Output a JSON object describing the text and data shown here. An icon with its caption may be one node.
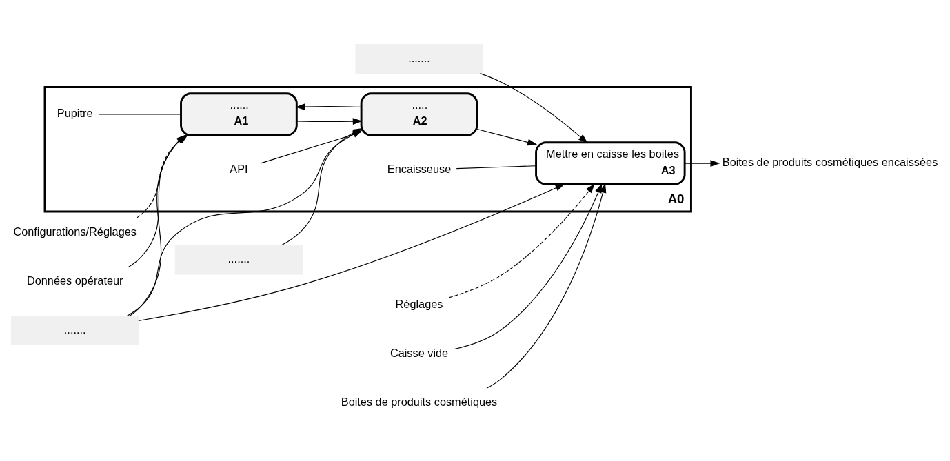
{
  "diagram": {
    "nodes": [
      {
        "text": [
          "A0"
        ]
      },
      {
        "text": [
          "Configurations/Réglages"
        ]
      },
      {
        "text": [
          "Données opérateur"
        ]
      },
      {
        "text": [
          "......."
        ]
      },
      {
        "text": [
          "......."
        ]
      },
      {
        "text": [
          "......."
        ]
      },
      {
        "text": [
          "Réglages"
        ]
      },
      {
        "text": [
          "......",
          "A1"
        ],
        "in": 0
      },
      {
        "text": [
          ".....",
          "A2"
        ],
        "in": 0
      },
      {
        "text": [
          "Mettre en caisse les boites",
          "A3"
        ],
        "in": 0
      },
      {
        "text": [
          "Pupitre"
        ],
        "in": 0
      },
      {
        "text": [
          "API"
        ],
        "in": 0
      },
      {
        "text": [
          "Encaisseuse"
        ],
        "in": 0
      },
      {
        "text": [
          "Caisse vide"
        ]
      },
      {
        "text": [
          "Boites de produits cosmétiques"
        ]
      },
      {
        "text": [
          "Boites de produits cosmétiques encaissées"
        ]
      }
    ],
    "edges": [
      {
        "from": 1,
        "to": 7,
        "arrow": "to",
        "style": "dashed"
      },
      {
        "from": 2,
        "to": 7,
        "arrow": "to"
      },
      {
        "from": 5,
        "to": 7,
        "arrow": "to"
      },
      {
        "from": 3,
        "to": 8,
        "arrow": "to"
      },
      {
        "from": 5,
        "to": 8,
        "arrow": "to"
      },
      {
        "from": 4,
        "to": 9,
        "arrow": "to"
      },
      {
        "from": 5,
        "to": 9,
        "arrow": "to"
      },
      {
        "from": 6,
        "to": 9,
        "arrow": "to",
        "style": "dashed"
      },
      {
        "from": 7,
        "to": 8,
        "arrow": "to"
      },
      {
        "from": 8,
        "to": 9,
        "arrow": "to"
      },
      {
        "from": 8,
        "to": 7,
        "arrow": "to"
      },
      {
        "from": 13,
        "to": 9,
        "arrow": "to"
      },
      {
        "from": 14,
        "to": 9,
        "arrow": "to"
      },
      {
        "from": 9,
        "to": 15,
        "arrow": "to"
      },
      {
        "from": 10,
        "to": 7,
        "arrow": "none"
      },
      {
        "from": 11,
        "to": 8,
        "arrow": "none"
      },
      {
        "from": 12,
        "to": 9,
        "arrow": "none"
      }
    ]
  }
}
